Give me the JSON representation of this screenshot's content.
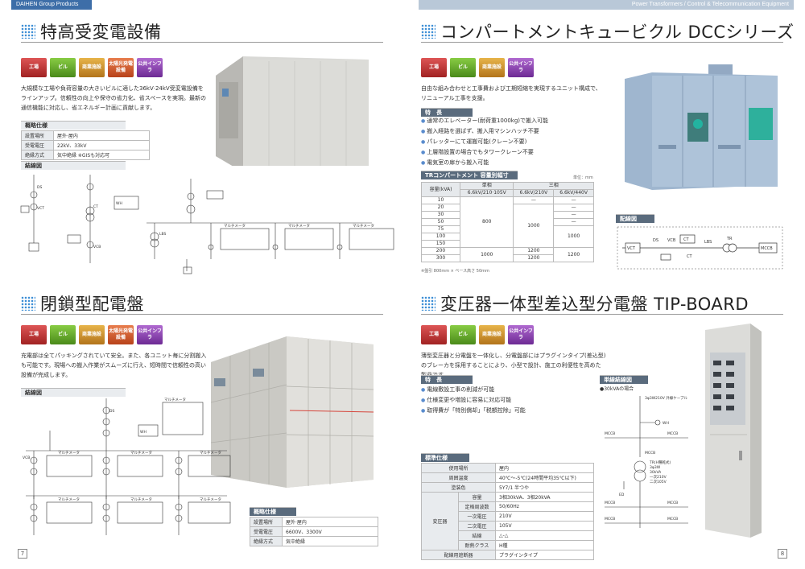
{
  "header": {
    "left": "DAIHEN Group Products",
    "right": "Power Transformers / Control & Telecommunication Equipment"
  },
  "tags": [
    "工場",
    "ビル",
    "商業施設",
    "太陽光発電設備",
    "公共インフラ"
  ],
  "s1": {
    "title": "特高受変電設備",
    "desc": "大規模な工場や負荷容量の大きいビルに適した36kV·24kV受変電設備をラインアップ。信頼性の向上や保守の省力化、省スペースを実現。最新の通信機能に対応し、省エネルギー計画に貢献します。",
    "spec_head": "概略仕様",
    "spec": [
      [
        "設置場所",
        "屋外·屋内"
      ],
      [
        "受電電圧",
        "22kV、33kV"
      ],
      [
        "絶縁方式",
        "気中絶縁 ※GISも対応可"
      ]
    ],
    "diag_head": "結線図"
  },
  "s2": {
    "title": "コンパートメントキュービクル DCCシリーズ",
    "desc": "自由な組み合わせと工事費および工期短縮を実現するユニット構成で、リニューアル工事を支援。",
    "feat_head": "特　長",
    "features": [
      "通常のエレベーター(耐荷重1000kg)で搬入可能",
      "搬入経路を選ばず、搬入用マシンハッチ不要",
      "パレッターにて運搬可能(クレーン不要)",
      "上層階設置の場合でもタワークレーン不要",
      "電気室の扉から搬入可能"
    ],
    "table_head": "TRコンパートメント 容量別幅寸法",
    "unit": "単位：mm",
    "col_single": "単相",
    "col_three": "三相",
    "cols": [
      "6.6kV/210·105V",
      "6.6kV/210V",
      "6.6kV/440V"
    ],
    "row_label": "容量(kVA)",
    "rows": [
      "10",
      "20",
      "30",
      "50",
      "75",
      "100",
      "150",
      "200",
      "300"
    ],
    "cells": {
      "dash": "—",
      "v800": "800",
      "v1000a": "1000",
      "v1000b": "1000",
      "v1000c": "1000",
      "v1200a": "1200",
      "v1200b": "1200"
    },
    "note": "※盤引 800mm × ベース高さ 50mm",
    "diag_head": "配線図"
  },
  "s3": {
    "title": "閉鎖型配電盤",
    "desc": "充電部は全てパッキングされていて安全。また、各ユニット毎に分割搬入も可能です。現場への搬入作業がスムーズに行え、短時間で信頼性の高い設備が完成します。",
    "diag_head": "結線図",
    "spec_head": "概略仕様",
    "spec": [
      [
        "設置場所",
        "屋外·屋内"
      ],
      [
        "受電電圧",
        "6600V、3300V"
      ],
      [
        "絶縁方式",
        "気中絶縁"
      ]
    ]
  },
  "s4": {
    "title": "変圧器一体型差込型分電盤 TIP-BOARD",
    "desc": "薄型変圧器と分電盤を一体化し、分電盤部にはプラグインタイプ(差込型)のブレーカを採用することにより、小型で設計、施工の利便性を高めた製品です。",
    "feat_head": "特　長",
    "features": [
      "電線敷設工事の削減が可能",
      "仕様変更や増設に容易に対応可能",
      "取得費が「特別償却」「税額控除」可能"
    ],
    "diag_head": "単線結線図",
    "diag_note": "●30kVAの場合",
    "std_head": "標準仕様",
    "std": [
      [
        "使用場所",
        "屋内"
      ],
      [
        "周囲温度",
        "40℃〜-5℃(24時間平均35℃以下)"
      ],
      [
        "塗装色",
        "5Y7/1 半つや"
      ]
    ],
    "trans_label": "変圧器",
    "trans": [
      [
        "容量",
        "3相30kVA、3相20kVA"
      ],
      [
        "定格周波数",
        "50/60Hz"
      ],
      [
        "一次電圧",
        "210V"
      ],
      [
        "二次電圧",
        "105V"
      ],
      [
        "結線",
        "△-△"
      ],
      [
        "耐熱クラス",
        "H種"
      ]
    ],
    "breaker": [
      "配線用遮断器",
      "プラグインタイプ"
    ]
  },
  "page_left": "7",
  "page_right": "8",
  "diagram_labels": {
    "mccb": "MCCB",
    "ct": "CT",
    "vct": "VCT",
    "wh": "WH",
    "ds": "DS",
    "vcb": "VCB",
    "lbs": "LBS",
    "tr": "TR",
    "mm": "マルチメータ",
    "tr_spec": "TR(H種乾式)\n3φ3W\n30kVA\n一次210V\n二次105V",
    "cable": "3φ3W210V\n外線ケーブル",
    "ed": "ED"
  },
  "colors": {
    "accent": "#3e8fd6",
    "header": "#3d6ea8"
  }
}
